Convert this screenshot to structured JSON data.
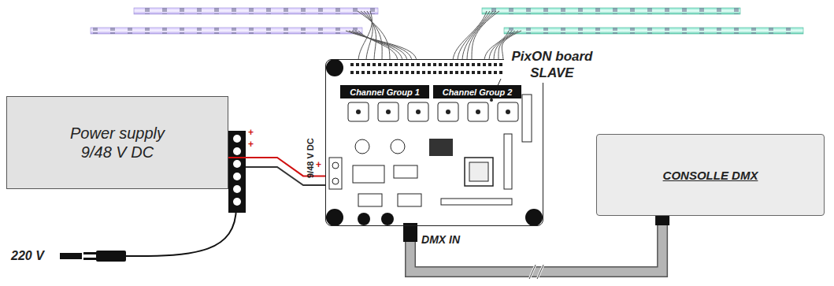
{
  "diagram": {
    "nodes": [
      {
        "text": [
          "Power supply 9/48 V DC"
        ]
      },
      {
        "text": [
          "9/48 V DC"
        ]
      },
      {
        "text": [
          "Channel Group 1"
        ],
        "in": 1
      },
      {
        "text": [
          "Channel Group 2"
        ],
        "in": 1
      },
      {
        "text": [
          "CONSOLLE DMX"
        ]
      }
    ],
    "edges": [
      {
        "from": 0,
        "to": 1,
        "arrow": "none"
      },
      {
        "from": 4,
        "to": 1,
        "label": "DMX IN",
        "arrow": "none"
      }
    ],
    "labels": [
      "220 V",
      "PixON board SLAVE",
      "+",
      "+",
      "+"
    ]
  }
}
